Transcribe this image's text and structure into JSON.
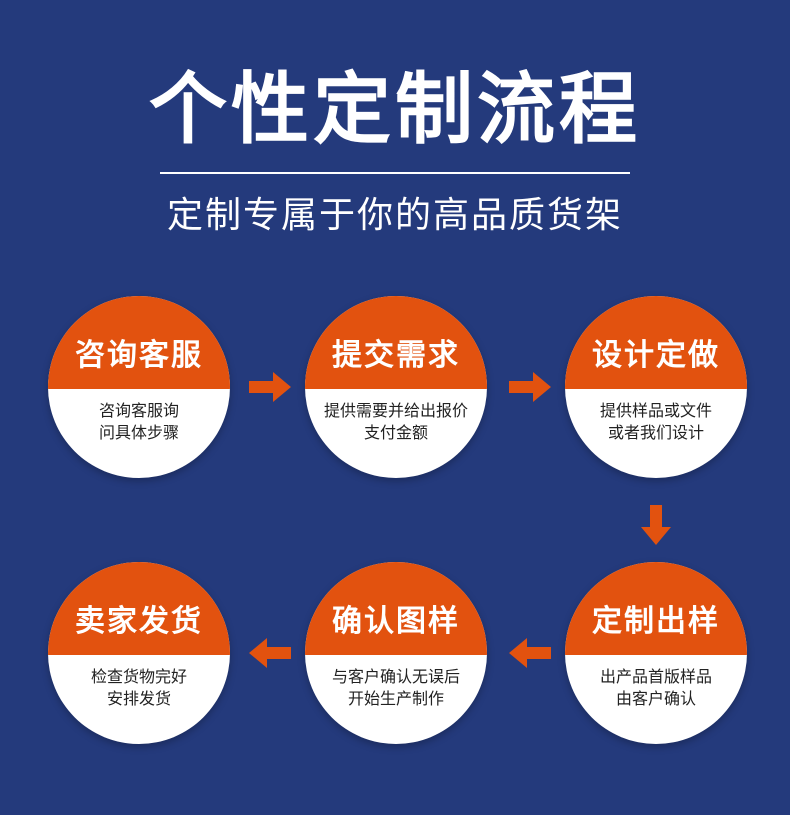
{
  "title": "个性定制流程",
  "subtitle": "定制专属于你的高品质货架",
  "colors": {
    "background": "#243a7c",
    "accent": "#e2520f",
    "text_light": "#ffffff",
    "text_dark": "#222222"
  },
  "steps": [
    {
      "title": "咨询客服",
      "desc1": "咨询客服询",
      "desc2": "问具体步骤"
    },
    {
      "title": "提交需求",
      "desc1": "提供需要并给出报价",
      "desc2": "支付金额"
    },
    {
      "title": "设计定做",
      "desc1": "提供样品或文件",
      "desc2": "或者我们设计"
    },
    {
      "title": "定制出样",
      "desc1": "出产品首版样品",
      "desc2": "由客户确认"
    },
    {
      "title": "确认图样",
      "desc1": "与客户确认无误后",
      "desc2": "开始生产制作"
    },
    {
      "title": "卖家发货",
      "desc1": "检查货物完好",
      "desc2": "安排发货"
    }
  ],
  "arrows": [
    {
      "icon": "arrow-right-icon"
    },
    {
      "icon": "arrow-right-icon"
    },
    {
      "icon": "arrow-down-icon"
    },
    {
      "icon": "arrow-left-icon"
    },
    {
      "icon": "arrow-left-icon"
    }
  ]
}
